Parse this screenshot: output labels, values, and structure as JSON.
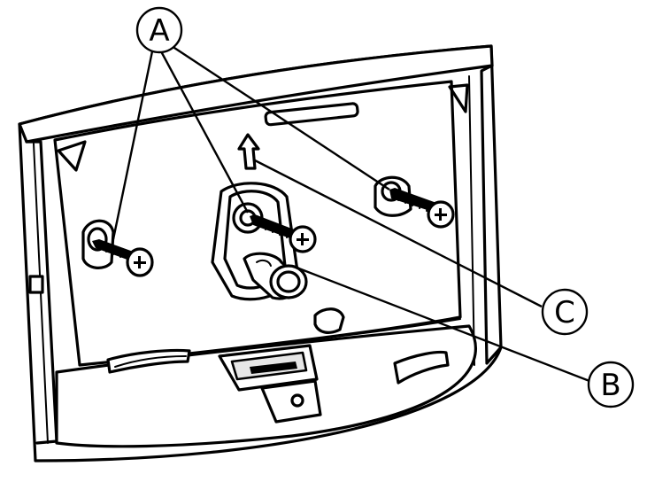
{
  "callouts": {
    "a": {
      "label": "A"
    },
    "b": {
      "label": "B"
    },
    "c": {
      "label": "C"
    }
  },
  "parts": {
    "bracket": "wall-mounting-bracket",
    "screws": "mounting-screws",
    "stud": "mounting-stud",
    "arrow": "up-direction-arrow"
  }
}
